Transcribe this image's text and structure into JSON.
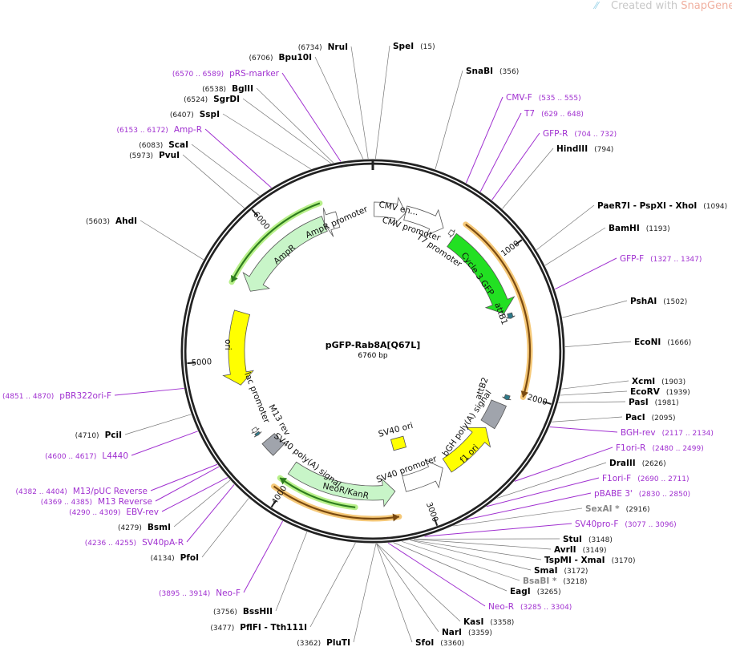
{
  "watermark": {
    "prefix": "Created with ",
    "brand": "SnapGene",
    "suffix": "®"
  },
  "plasmid": {
    "name": "pGFP-Rab8A[Q67L]",
    "length_label": "6760 bp",
    "length": 6760
  },
  "ticks": [
    "1000",
    "2000",
    "3000",
    "4000",
    "5000",
    "6000"
  ],
  "colors": {
    "primer": "#a030d0",
    "enzyme": "#000000",
    "nonunique": "#888888",
    "orf": "#e8a040",
    "green_orf": "#2e7d1e"
  },
  "sites": [
    {
      "name": "SpeI",
      "pos": "(15)",
      "type": "enzyme"
    },
    {
      "name": "SnaBI",
      "pos": "(356)",
      "type": "enzyme"
    },
    {
      "name": "CMV-F",
      "pos": "(535 .. 555)",
      "type": "primer"
    },
    {
      "name": "T7",
      "pos": "(629 .. 648)",
      "type": "primer"
    },
    {
      "name": "GFP-R",
      "pos": "(704 .. 732)",
      "type": "primer"
    },
    {
      "name": "HindIII",
      "pos": "(794)",
      "type": "enzyme"
    },
    {
      "name": "PaeR7I  - PspXI  - XhoI",
      "pos": "(1094)",
      "type": "enzyme"
    },
    {
      "name": "BamHI",
      "pos": "(1193)",
      "type": "enzyme"
    },
    {
      "name": "GFP-F",
      "pos": "(1327 .. 1347)",
      "type": "primer"
    },
    {
      "name": "PshAI",
      "pos": "(1502)",
      "type": "enzyme"
    },
    {
      "name": "EcoNI",
      "pos": "(1666)",
      "type": "enzyme"
    },
    {
      "name": "XcmI",
      "pos": "(1903)",
      "type": "enzyme"
    },
    {
      "name": "EcoRV",
      "pos": "(1939)",
      "type": "enzyme"
    },
    {
      "name": "PasI",
      "pos": "(1981)",
      "type": "enzyme"
    },
    {
      "name": "PacI",
      "pos": "(2095)",
      "type": "enzyme"
    },
    {
      "name": "BGH-rev",
      "pos": "(2117 .. 2134)",
      "type": "primer"
    },
    {
      "name": "F1ori-R",
      "pos": "(2480 .. 2499)",
      "type": "primer"
    },
    {
      "name": "DraIII",
      "pos": "(2626)",
      "type": "enzyme"
    },
    {
      "name": "F1ori-F",
      "pos": "(2690 .. 2711)",
      "type": "primer"
    },
    {
      "name": "pBABE 3'",
      "pos": "(2830 .. 2850)",
      "type": "primer"
    },
    {
      "name": "SexAI *",
      "pos": "(2916)",
      "type": "nonunique"
    },
    {
      "name": "SV40pro-F",
      "pos": "(3077 .. 3096)",
      "type": "primer"
    },
    {
      "name": "StuI",
      "pos": "(3148)",
      "type": "enzyme"
    },
    {
      "name": "AvrII",
      "pos": "(3149)",
      "type": "enzyme"
    },
    {
      "name": "TspMI  - XmaI",
      "pos": "(3170)",
      "type": "enzyme"
    },
    {
      "name": "SmaI",
      "pos": "(3172)",
      "type": "enzyme"
    },
    {
      "name": "BsaBI *",
      "pos": "(3218)",
      "type": "nonunique"
    },
    {
      "name": "EagI",
      "pos": "(3265)",
      "type": "enzyme"
    },
    {
      "name": "Neo-R",
      "pos": "(3285 .. 3304)",
      "type": "primer"
    },
    {
      "name": "KasI",
      "pos": "(3358)",
      "type": "enzyme"
    },
    {
      "name": "NarI",
      "pos": "(3359)",
      "type": "enzyme"
    },
    {
      "name": "SfoI",
      "pos": "(3360)",
      "type": "enzyme"
    },
    {
      "name": "PluTI",
      "pos": "(3362)",
      "type": "enzyme"
    },
    {
      "name": "PflFI  - Tth111I",
      "pos": "(3477)",
      "type": "enzyme"
    },
    {
      "name": "BssHII",
      "pos": "(3756)",
      "type": "enzyme"
    },
    {
      "name": "Neo-F",
      "pos": "(3895 .. 3914)",
      "type": "primer"
    },
    {
      "name": "PfoI",
      "pos": "(4134)",
      "type": "enzyme"
    },
    {
      "name": "SV40pA-R",
      "pos": "(4236 .. 4255)",
      "type": "primer"
    },
    {
      "name": "BsmI",
      "pos": "(4279)",
      "type": "enzyme"
    },
    {
      "name": "EBV-rev",
      "pos": "(4290 .. 4309)",
      "type": "primer"
    },
    {
      "name": "M13 Reverse",
      "pos": "(4369 .. 4385)",
      "type": "primer"
    },
    {
      "name": "M13/pUC Reverse",
      "pos": "(4382 .. 4404)",
      "type": "primer"
    },
    {
      "name": "L4440",
      "pos": "(4600 .. 4617)",
      "type": "primer"
    },
    {
      "name": "PciI",
      "pos": "(4710)",
      "type": "enzyme"
    },
    {
      "name": "pBR322ori-F",
      "pos": "(4851 .. 4870)",
      "type": "primer"
    },
    {
      "name": "AhdI",
      "pos": "(5603)",
      "type": "enzyme"
    },
    {
      "name": "PvuI",
      "pos": "(5973)",
      "type": "enzyme"
    },
    {
      "name": "ScaI",
      "pos": "(6083)",
      "type": "enzyme"
    },
    {
      "name": "Amp-R",
      "pos": "(6153 .. 6172)",
      "type": "primer"
    },
    {
      "name": "SspI",
      "pos": "(6407)",
      "type": "enzyme"
    },
    {
      "name": "SgrDI",
      "pos": "(6524)",
      "type": "enzyme"
    },
    {
      "name": "BglII",
      "pos": "(6538)",
      "type": "enzyme"
    },
    {
      "name": "pRS-marker",
      "pos": "(6570 .. 6589)",
      "type": "primer"
    },
    {
      "name": "Bpu10I",
      "pos": "(6706)",
      "type": "enzyme"
    },
    {
      "name": "NruI",
      "pos": "(6734)",
      "type": "enzyme"
    }
  ],
  "features": [
    {
      "name": "CMV en...",
      "start": 10,
      "end": 250,
      "dir": 1,
      "fill": "#ffffff"
    },
    {
      "name": "CMV promoter",
      "start": 250,
      "end": 560,
      "dir": 1,
      "fill": "#ffffff"
    },
    {
      "name": "T7 promoter",
      "start": 615,
      "end": 650,
      "dir": 1,
      "fill": "#ffffff"
    },
    {
      "name": "Cycle 3 GFP",
      "start": 665,
      "end": 1390,
      "dir": 1,
      "fill": "#22e022"
    },
    {
      "name": "attB1",
      "start": 1400,
      "end": 1440,
      "dir": 1,
      "fill": "#2e7a8a"
    },
    {
      "name": "attB2",
      "start": 2030,
      "end": 2065,
      "dir": 1,
      "fill": "#2e7a8a"
    },
    {
      "name": "bGH poly(A) signal",
      "start": 2110,
      "end": 2300,
      "dir": 0,
      "fill": "#a0a4ac"
    },
    {
      "name": "f1 ori",
      "start": 2330,
      "end": 2760,
      "dir": -1,
      "fill": "#ffff00"
    },
    {
      "name": "SV40 promoter",
      "start": 2800,
      "end": 3130,
      "dir": -1,
      "fill": "#ffffff"
    },
    {
      "name": "SV40 ori",
      "start": 0,
      "end": 0,
      "dir": 0,
      "fill": "#ffff00"
    },
    {
      "name": "NeoR/KanR",
      "start": 3210,
      "end": 4030,
      "dir": -1,
      "fill": "#c8f5c8"
    },
    {
      "name": "SV40 poly(A) signal",
      "start": 4200,
      "end": 4320,
      "dir": 0,
      "fill": "#a0a4ac"
    },
    {
      "name": "M13 rev",
      "start": 4390,
      "end": 4410,
      "dir": -1,
      "fill": "#2e7a8a"
    },
    {
      "name": "lac promoter",
      "start": 4420,
      "end": 4450,
      "dir": -1,
      "fill": "#ffffff"
    },
    {
      "name": "ori",
      "start": 4800,
      "end": 5380,
      "dir": -1,
      "fill": "#ffff00"
    },
    {
      "name": "AmpR",
      "start": 5560,
      "end": 6370,
      "dir": -1,
      "fill": "#c8f5c8"
    },
    {
      "name": "AmpR promoter",
      "start": 6370,
      "end": 6480,
      "dir": -1,
      "fill": "#ffffff"
    }
  ],
  "orfs": [
    {
      "start": 680,
      "end": 2010,
      "dir": 1,
      "color": "#7a4a10",
      "glow": "#f5c878",
      "radius_level": 2
    },
    {
      "start": 3210,
      "end": 4060,
      "dir": -1,
      "color": "#7a4a10",
      "glow": "#f5c878",
      "radius_level": 3
    },
    {
      "start": 3500,
      "end": 4060,
      "dir": 1,
      "color": "#2e7d1e",
      "glow": "#b8f08a",
      "radius_level": 2
    },
    {
      "start": 5560,
      "end": 6390,
      "dir": -1,
      "color": "#2e7d1e",
      "glow": "#b8f08a",
      "radius_level": 2
    }
  ]
}
